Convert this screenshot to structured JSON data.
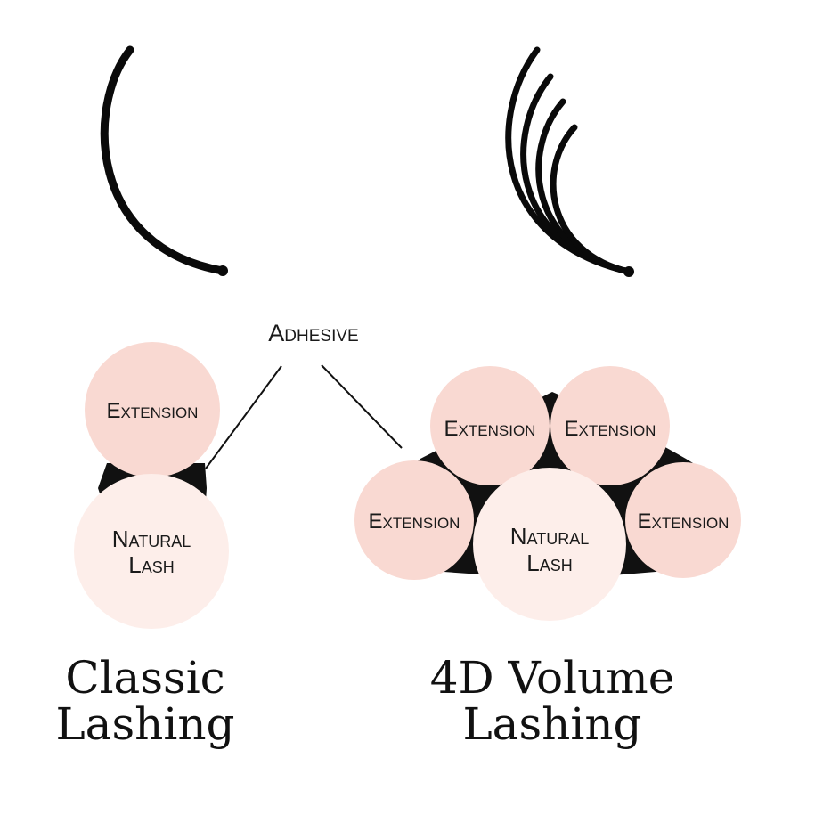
{
  "labels": {
    "adhesive": "Adhesive",
    "extension": "Extension",
    "natural_line1": "Natural",
    "natural_line2": "Lash"
  },
  "titles": {
    "classic_line1": "Classic",
    "classic_line2": "Lashing",
    "volume_line1": "4D Volume",
    "volume_line2": "Lashing"
  },
  "colors": {
    "extension_fill": "#f9d9d2",
    "natural_fill": "#fdeeea",
    "adhesive_fill": "#111111",
    "lash_stroke": "#0a0a0a"
  }
}
